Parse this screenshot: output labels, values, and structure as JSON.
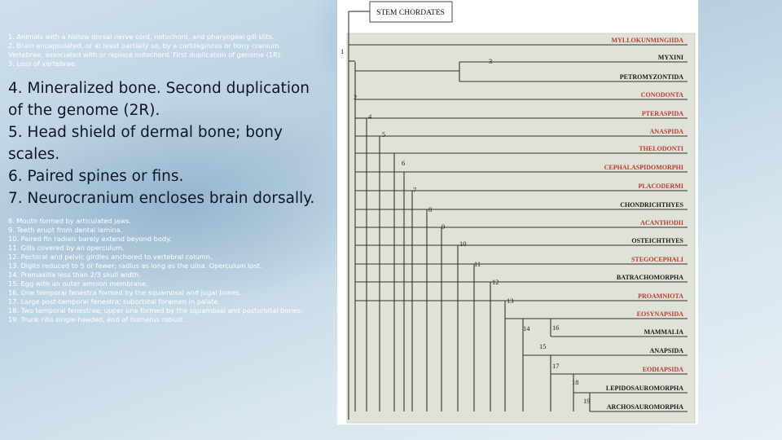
{
  "background": {
    "accent": "#b7cfe0",
    "highlight_text": "#0f1626",
    "faint_text": "#ffffff"
  },
  "characters_small_top": [
    "1. Animals with a hollow dorsal nerve cord, notochord, and pharyngeal gill slits.",
    "2. Brain encapsulated, or at least partially so, by a cartilaginous or bony cranium.",
    "Vertebrae, associated with or replace notochord. First duplication of genome (1R).",
    "3. Loss of vertebrae."
  ],
  "characters_highlighted": [
    "4. Mineralized bone. Second duplication",
    "of the genome (2R).",
    "5. Head shield of dermal bone; bony",
    "scales.",
    "6. Paired spines or fins.",
    "7. Neurocranium encloses brain dorsally."
  ],
  "characters_small_bottom": [
    "8. Mouth formed by articulated jaws.",
    "9. Teeth erupt from dental lamina.",
    "10. Paired fin radials barely extend beyond body.",
    "11. Gills covered by an operculum.",
    "12. Pectoral and pelvic girdles anchored to vertebral column.",
    "13. Digits reduced to 5 or fewer; radius as long as the ulna.  Operculum lost.",
    "14. Premaxilla less than 2/3 skull width.",
    "15. Egg with an outer amnion membrane.",
    "16. One temporal fenestra formed by the squamosal and jugal bones.",
    "17. Large post-temporal fenestra; suborbital foramen in palate.",
    "18. Two temporal fenestrae; upper one formed by the squamosal and postorbital bones.",
    "19. Trunk ribs single-headed, end of humerus robust."
  ],
  "cladogram": {
    "root_label": "STEM CHORDATES",
    "taxa": [
      {
        "name": "MYLLOKUNMINGIIDA",
        "color": "#c0392b"
      },
      {
        "name": "MYXINI",
        "color": "#1a1a1a"
      },
      {
        "name": "PETROMYZONTIDA",
        "color": "#1a1a1a"
      },
      {
        "name": "CONODONTA",
        "color": "#c0392b"
      },
      {
        "name": "PTERASPIDA",
        "color": "#c0392b"
      },
      {
        "name": "ANASPIDA",
        "color": "#c0392b"
      },
      {
        "name": "THELODONTI",
        "color": "#c0392b"
      },
      {
        "name": "CEPHALASPIDOMORPHI",
        "color": "#c0392b"
      },
      {
        "name": "PLACODERMI",
        "color": "#c0392b"
      },
      {
        "name": "CHONDRICHTHYES",
        "color": "#1a1a1a"
      },
      {
        "name": "ACANTHODII",
        "color": "#c0392b"
      },
      {
        "name": "OSTEICHTHYES",
        "color": "#1a1a1a"
      },
      {
        "name": "STEGOCEPHALI",
        "color": "#c0392b"
      },
      {
        "name": "BATRACHOMORPHA",
        "color": "#1a1a1a"
      },
      {
        "name": "PROAMNIOTA",
        "color": "#c0392b"
      },
      {
        "name": "EOSYNAPSIDA",
        "color": "#c0392b"
      },
      {
        "name": "MAMMALIA",
        "color": "#1a1a1a"
      },
      {
        "name": "ANAPSIDA",
        "color": "#1a1a1a"
      },
      {
        "name": "EODIAPSIDA",
        "color": "#c0392b"
      },
      {
        "name": "LEPIDOSAUROMORPHA",
        "color": "#1a1a1a"
      },
      {
        "name": "ARCHOSAUROMORPHA",
        "color": "#1a1a1a"
      }
    ],
    "node_numbers": [
      "1",
      "2",
      "3",
      "4",
      "5",
      "6",
      "7",
      "8",
      "9",
      "10",
      "11",
      "12",
      "13",
      "14",
      "15",
      "16",
      "17",
      "18",
      "19"
    ]
  }
}
